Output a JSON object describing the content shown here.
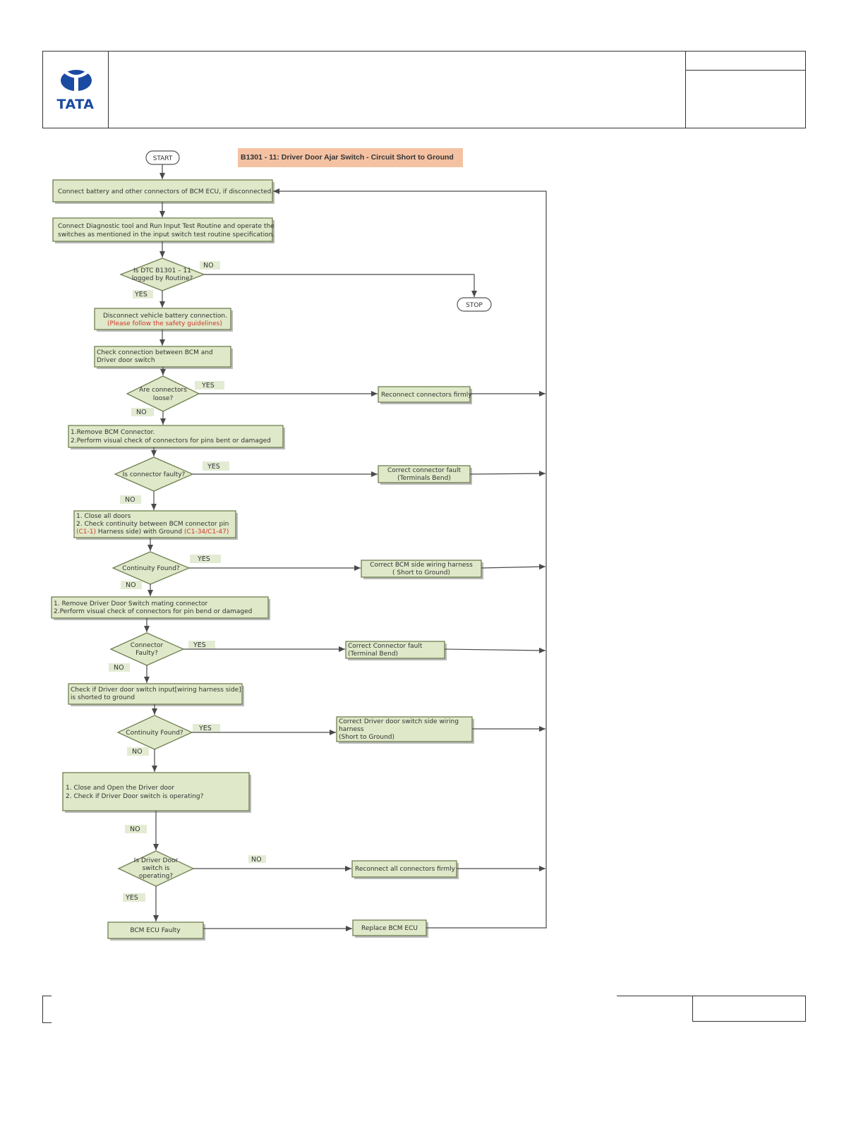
{
  "header": {
    "logo_text": "TATA"
  },
  "title": "B1301 - 11: Driver Door Ajar Switch - Circuit Short to Ground",
  "nodes": {
    "start": "START",
    "stop": "STOP",
    "step1": "Connect battery and other connectors of BCM ECU, if disconnected.",
    "step2_l1": "Connect Diagnostic tool and Run Input Test Routine and operate the",
    "step2_l2": "switches as mentioned in the input switch test routine specification.",
    "d1_l1": "Is DTC B1301 – 11",
    "d1_l2": "logged by Routine?",
    "step3_l1": "Disconnect vehicle battery connection.",
    "step3_l2": "(Please follow the safety guidelines)",
    "step4_l1": "Check connection between BCM and",
    "step4_l2": "Driver door switch",
    "d2_l1": "Are connectors",
    "d2_l2": "loose?",
    "fix1": "Reconnect connectors firmly",
    "step5_l1": "1.Remove BCM Connector.",
    "step5_l2": "2.Perform visual check of connectors for pins bent or damaged",
    "d3": "Is connector faulty?",
    "fix2_l1": "Correct connector fault",
    "fix2_l2": "(Terminals Bend)",
    "step6_l1": "1. Close all doors",
    "step6_l2": "2. Check continuity between BCM connector  pin",
    "step6_l3a": "(C1-1)",
    "step6_l3b": " Harness side) with Ground ",
    "step6_l3c": "(C1-34/C1-47)",
    "d4": "Continuity Found?",
    "fix3_l1": "Correct BCM side wiring harness",
    "fix3_l2": "( Short to Ground)",
    "step7_l1": "1. Remove Driver Door Switch mating connector",
    "step7_l2": "2.Perform visual check of connectors for pin bend or damaged",
    "d5_l1": "Connector",
    "d5_l2": "Faulty?",
    "fix4_l1": "Correct Connector fault",
    "fix4_l2": "(Terminal Bend)",
    "step8_l1": "Check if  Driver door switch input[wiring harness side]",
    "step8_l2": "is shorted to ground",
    "d6": "Continuity Found?",
    "fix5_l1": "Correct Driver door switch side wiring",
    "fix5_l2": "harness",
    "fix5_l3": "(Short to Ground)",
    "step9_l1": "1. Close and Open the Driver door",
    "step9_l2": "2. Check if Driver Door switch is operating?",
    "d7_l1": "Is Driver Door",
    "d7_l2": "switch is",
    "d7_l3": "operating?",
    "fix6": "Reconnect all connectors firmly",
    "step10": "BCM ECU Faulty",
    "fix7": "Replace BCM ECU"
  },
  "labels": {
    "yes": "YES",
    "no": "NO"
  },
  "colors": {
    "title_bg": "#f4c2a3",
    "box_fill": "#dfe8c8",
    "warning_text": "#d0372b",
    "logo_blue": "#1b4aa3"
  }
}
